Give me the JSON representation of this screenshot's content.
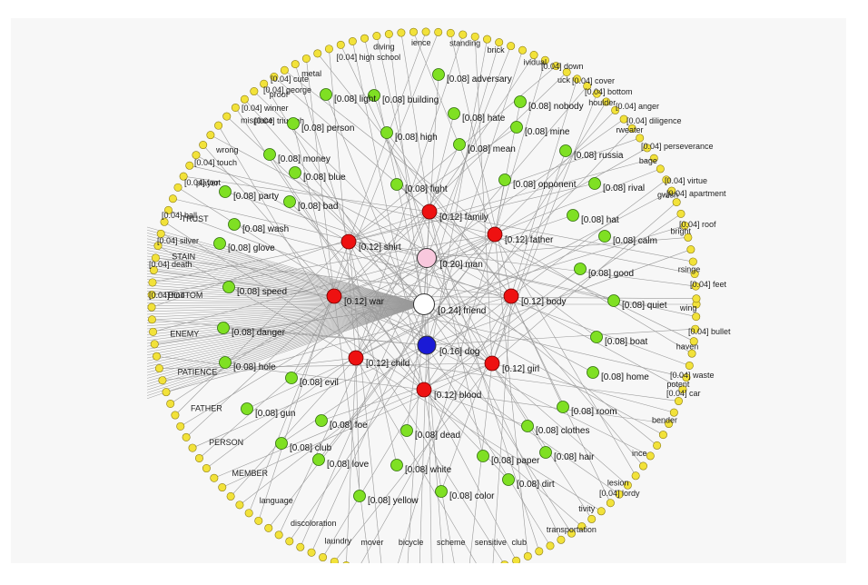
{
  "colors": {
    "background": "#f7f7f7",
    "edge": "#9a9a9a",
    "outer": "#f2e23a",
    "mid": "#7fe023",
    "red": "#ee1111",
    "pink": "#f8c8dd",
    "white": "#ffffff",
    "blue": "#1a1ad6"
  },
  "nodes": {
    "center": [
      {
        "label": "[0.24] friend",
        "color": "white"
      },
      {
        "label": "[0.20] man",
        "color": "pink"
      },
      {
        "label": "[0.16] dog",
        "color": "blue"
      }
    ],
    "inner": [
      {
        "label": "[0.12] family"
      },
      {
        "label": "[0.12] father"
      },
      {
        "label": "[0.12] shirt"
      },
      {
        "label": "[0.12] war"
      },
      {
        "label": "[0.12] body"
      },
      {
        "label": "[0.12] child"
      },
      {
        "label": "[0.12] girl"
      },
      {
        "label": "[0.12] blood"
      }
    ],
    "middle": [
      {
        "label": "[0.08] adversary"
      },
      {
        "label": "[0.08] building"
      },
      {
        "label": "[0.08] light"
      },
      {
        "label": "[0.08] hate"
      },
      {
        "label": "[0.08] nobody"
      },
      {
        "label": "[0.08] mine"
      },
      {
        "label": "[0.08] person"
      },
      {
        "label": "[0.08] high"
      },
      {
        "label": "[0.08] mean"
      },
      {
        "label": "[0.08] russia"
      },
      {
        "label": "[0.08] money"
      },
      {
        "label": "[0.08] blue"
      },
      {
        "label": "[0.08] party"
      },
      {
        "label": "[0.08] bad"
      },
      {
        "label": "[0.08] fight"
      },
      {
        "label": "[0.08] opponent"
      },
      {
        "label": "[0.08] rival"
      },
      {
        "label": "[0.08] hat"
      },
      {
        "label": "[0.08] wash"
      },
      {
        "label": "[0.08] calm"
      },
      {
        "label": "[0.08] glove"
      },
      {
        "label": "[0.08] good"
      },
      {
        "label": "[0.08] speed"
      },
      {
        "label": "[0.08] quiet"
      },
      {
        "label": "[0.08] danger"
      },
      {
        "label": "[0.08] boat"
      },
      {
        "label": "[0.08] hole"
      },
      {
        "label": "[0.08] home"
      },
      {
        "label": "[0.08] evil"
      },
      {
        "label": "[0.08] room"
      },
      {
        "label": "[0.08] gun"
      },
      {
        "label": "[0.08] foe"
      },
      {
        "label": "[0.08] clothes"
      },
      {
        "label": "[0.08] dead"
      },
      {
        "label": "[0.08] hair"
      },
      {
        "label": "[0.08] club"
      },
      {
        "label": "[0.08] paper"
      },
      {
        "label": "[0.08] love"
      },
      {
        "label": "[0.08] white"
      },
      {
        "label": "[0.08] dirt"
      },
      {
        "label": "[0.08] color"
      },
      {
        "label": "[0.08] yellow"
      }
    ],
    "outer": [
      {
        "label": "[0.04] down"
      },
      {
        "label": "[0.04] cover"
      },
      {
        "label": "[0.04] bottom"
      },
      {
        "label": "[0.04] anger"
      },
      {
        "label": "[0.04] diligence"
      },
      {
        "label": "[0.04] perseverance"
      },
      {
        "label": "[0.04] virtue"
      },
      {
        "label": "[0.04] apartment"
      },
      {
        "label": "[0.04] roof"
      },
      {
        "label": "[0.04] feet"
      },
      {
        "label": "[0.04] bullet"
      },
      {
        "label": "[0.04] waste"
      },
      {
        "label": "[0.04] car"
      },
      {
        "label": "[0.04] lordy"
      },
      {
        "label": "[0.04] winner"
      },
      {
        "label": "[0.04] triumph"
      },
      {
        "label": "[0.04] george"
      },
      {
        "label": "[0.04] cute"
      },
      {
        "label": "[0.04] touch"
      },
      {
        "label": "[0.04] foot"
      },
      {
        "label": "[0.04] ball"
      },
      {
        "label": "[0.04] silver"
      },
      {
        "label": "[0.04] death"
      },
      {
        "label": "[0.04] find"
      }
    ]
  },
  "rim_fragments": [
    "[0.04] high school",
    "diving",
    "ience",
    "standing",
    "brick",
    "ividual",
    "uck",
    "houlder",
    "rweater",
    "bage",
    "gwish",
    "bright",
    "rsinge",
    "wing",
    "haven",
    "potent",
    "bender",
    "ince",
    "lesion",
    "tivity",
    "transportation",
    "club",
    "sensitive",
    "scheme",
    "bicycle",
    "mover",
    "laundry",
    "discoloration",
    "language",
    "MEMBER",
    "PERSON",
    "FATHER",
    "PATIENCE",
    "ENEMY",
    "BOTTOM",
    "STAIN",
    "TRUST",
    "player",
    "wrong",
    "misplace",
    "proof",
    "metal"
  ]
}
